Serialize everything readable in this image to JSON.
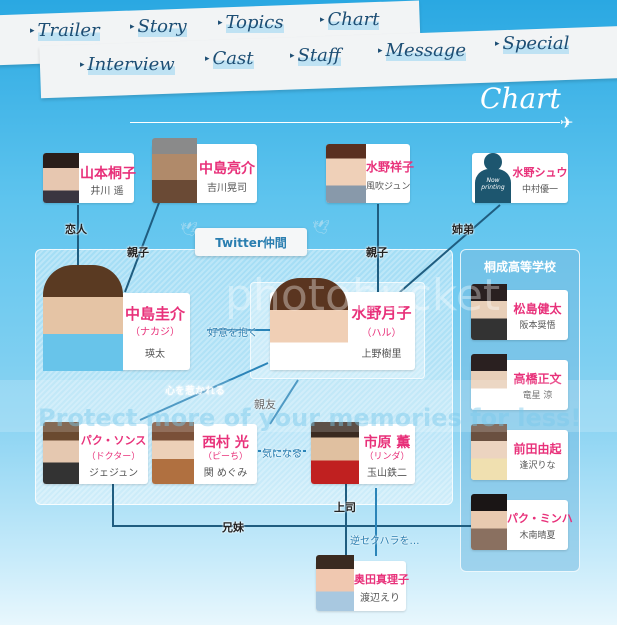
{
  "nav": {
    "row1": [
      "Trailer",
      "Story",
      "Topics",
      "Chart"
    ],
    "row2": [
      "Interview",
      "Cast",
      "Staff",
      "Message",
      "Special"
    ]
  },
  "page_title": "Chart",
  "twitter_label": "Twitter仲間",
  "school_title": "桐成高等学校",
  "characters": {
    "yamamoto": {
      "name": "山本桐子",
      "actor": "井川 遥"
    },
    "ryosuke": {
      "name": "中島亮介",
      "actor": "吉川晃司"
    },
    "shoko": {
      "name": "水野祥子",
      "actor": "風吹ジュン"
    },
    "shu": {
      "name": "水野シュウ",
      "actor": "中村優一",
      "placeholder": "Now printing"
    },
    "keisuke": {
      "name": "中島圭介",
      "nick": "（ナカジ）",
      "actor": "瑛太"
    },
    "tsukiko": {
      "name": "水野月子",
      "nick": "（ハル）",
      "actor": "上野樹里"
    },
    "sonsu": {
      "name": "パク・ソンス",
      "nick": "（ドクター）",
      "actor": "ジェジュン"
    },
    "hikari": {
      "name": "西村 光",
      "nick": "（ピーち）",
      "actor": "関 めぐみ"
    },
    "kaoru": {
      "name": "市原 薫",
      "nick": "（リンダ）",
      "actor": "玉山鉄二"
    },
    "mariko": {
      "name": "奥田真理子",
      "actor": "渡辺えり"
    },
    "kenta": {
      "name": "松島健太",
      "actor": "阪本奨悟"
    },
    "masafumi": {
      "name": "高橋正文",
      "actor": "竜星 涼"
    },
    "yuki": {
      "name": "前田由起",
      "actor": "逢沢りな"
    },
    "minha": {
      "name": "パク・ミンハ",
      "actor": "木南晴夏"
    }
  },
  "relations": {
    "lovers": "恋人",
    "parent1": "親子",
    "parent2": "親子",
    "siblings_ss": "姉弟",
    "fond": "好意を抱く",
    "attracted": "心を惹かれる",
    "bestfriend": "親友",
    "curious": "気になる",
    "boss": "上司",
    "harass": "逆セクハラを…",
    "siblings_bs": "兄妹"
  },
  "watermark": {
    "brand": "photobucket",
    "slogan": "Protect more of your memories for less!"
  }
}
